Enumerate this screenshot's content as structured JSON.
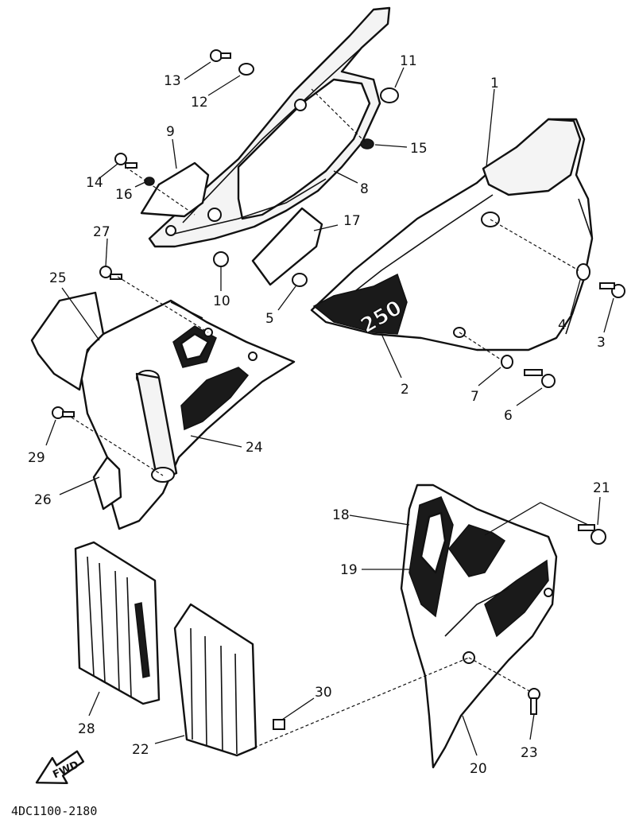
{
  "diagram_code": "4DC1100-2180",
  "fwd_marker": "FWD",
  "side_cover_logo": "250",
  "callouts": [
    "1",
    "2",
    "3",
    "4",
    "5",
    "6",
    "7",
    "8",
    "9",
    "10",
    "11",
    "12",
    "13",
    "14",
    "15",
    "16",
    "17",
    "18",
    "19",
    "20",
    "21",
    "22",
    "23",
    "24",
    "25",
    "26",
    "27",
    "28",
    "29",
    "30"
  ]
}
